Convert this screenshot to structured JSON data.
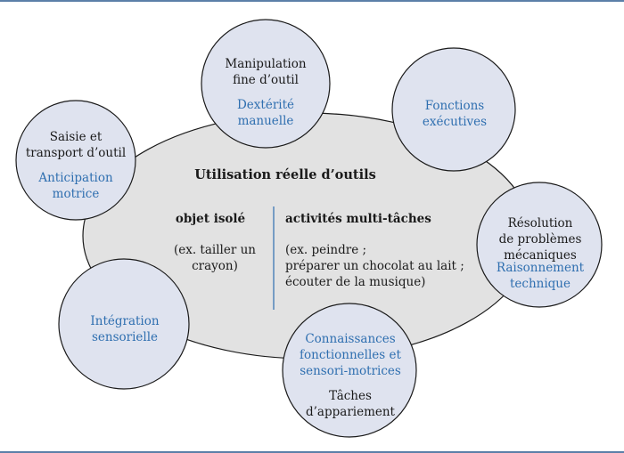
{
  "diagram": {
    "center": {
      "title": "Utilisation réelle d’outils",
      "left_heading": "objet isolé",
      "left_body": "(ex. tailler un\ncrayon)",
      "right_heading": "activités multi-tâches",
      "right_body": "(ex. peindre ;\npréparer un chocolat au lait ;\nécouter de la musique)"
    },
    "circles": {
      "saisie": {
        "main": "Saisie et\ntransport d’outil",
        "sub": "Anticipation\nmotrice"
      },
      "manipulation": {
        "main": "Manipulation\nfine d’outil",
        "sub": "Dextérité manuelle"
      },
      "fonctions": {
        "sub": "Fonctions\nexécutives"
      },
      "resolution": {
        "main": "Résolution\nde problèmes\nmécaniques",
        "sub": "Raisonnement\ntechnique"
      },
      "integration": {
        "sub": "Intégration\nsensorielle"
      },
      "connaissances": {
        "sub": "Connaissances\nfonctionnelles et\nsensori-motrices",
        "main": "Tâches\nd’appariement"
      }
    },
    "colors": {
      "ellipse_fill": "#e2e2e2",
      "circle_fill": "#dfe3ef",
      "outline": "#1a1a1a",
      "accent_text": "#2f6fb0",
      "rule": "#5b7fa8"
    }
  }
}
